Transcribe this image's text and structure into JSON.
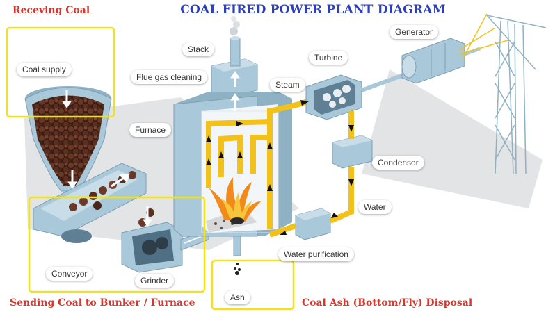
{
  "title": "COAL FIRED POWER PLANT DIAGRAM",
  "sections": {
    "receiving": "Receving Coal",
    "sending": "Sending Coal to Bunker / Furnace",
    "ash_disposal": "Coal Ash (Bottom/Fly) Disposal"
  },
  "components": {
    "coal_supply": "Coal supply",
    "conveyor": "Conveyor",
    "grinder": "Grinder",
    "ash": "Ash",
    "stack": "Stack",
    "flue_gas": "Flue gas cleaning",
    "furnace": "Furnace",
    "steam": "Steam",
    "turbine": "Turbine",
    "generator": "Generator",
    "condensor": "Condensor",
    "water": "Water",
    "water_purification": "Water purification"
  },
  "colors": {
    "title": "#2d3fb8",
    "section_heading": "#d9362b",
    "highlight_box": "#f2e21a",
    "steam_pipe": "#f2c21b",
    "equipment": "#a9c9db",
    "coal": "#5a2e1e"
  }
}
